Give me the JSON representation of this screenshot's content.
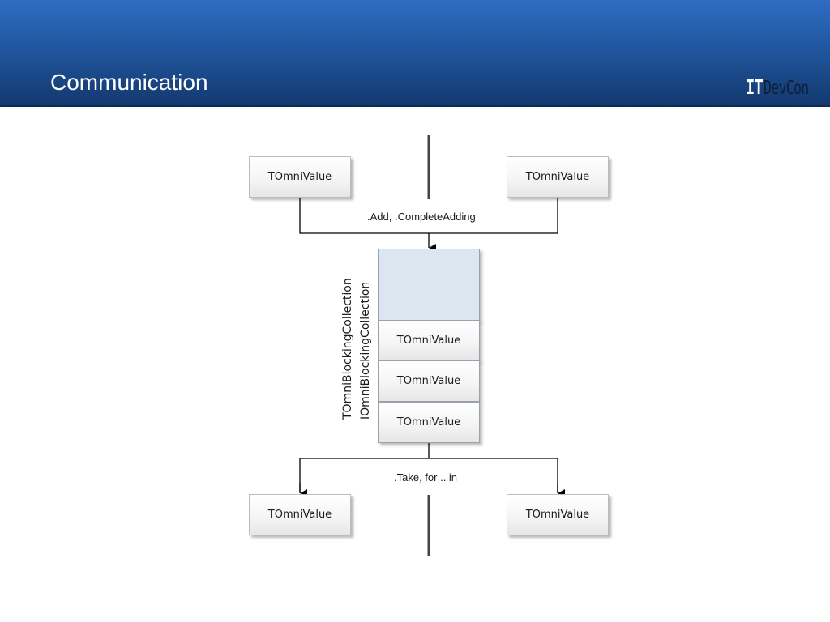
{
  "slide": {
    "title": "Communication"
  },
  "logo": {
    "part1": "IT",
    "part2": "DevCon"
  },
  "diagram": {
    "producer_left": "TOmniValue",
    "producer_right": "TOmniValue",
    "add_label": ".Add, .CompleteAdding",
    "collection_labels": [
      "TOmniBlockingCollection",
      "IOmniBlockingCollection"
    ],
    "queue_items": [
      "TOmniValue",
      "TOmniValue",
      "TOmniValue"
    ],
    "take_label": ".Take, for .. in",
    "consumer_left": "TOmniValue",
    "consumer_right": "TOmniValue"
  },
  "colors": {
    "header_top": "#2f6cc2",
    "header_bottom": "#13386e",
    "queue_empty_fill": "#dce6f0"
  }
}
